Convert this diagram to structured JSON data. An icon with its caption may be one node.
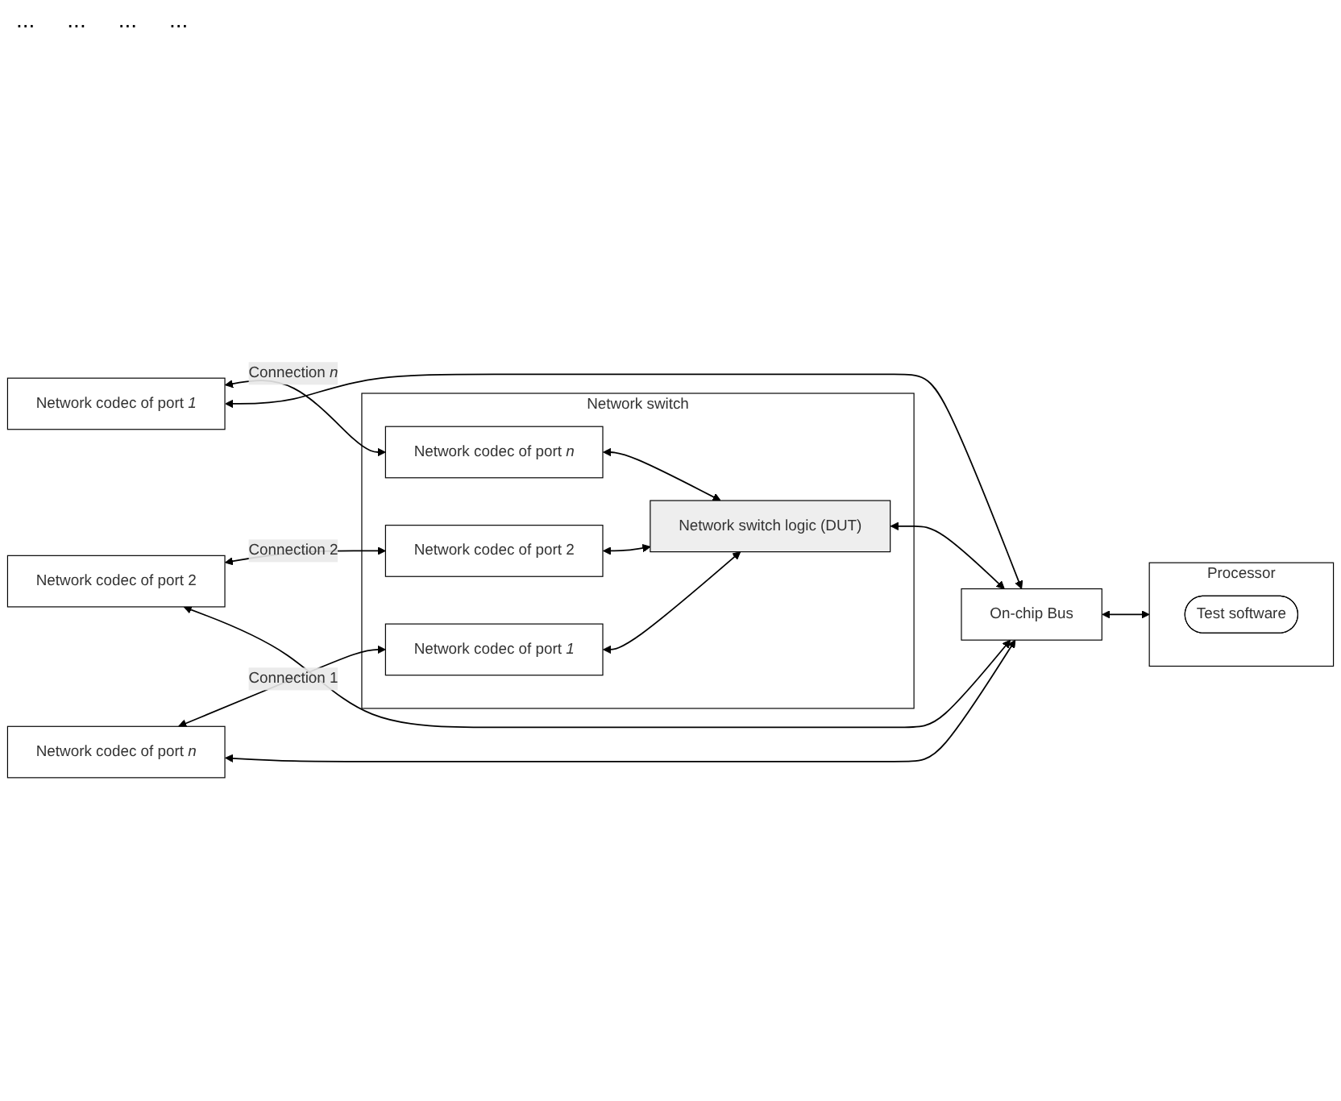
{
  "diagram": {
    "nodes": [
      {
        "text": [
          "Network switch"
        ]
      },
      {
        "text": [
          "Network codec of port *1*"
        ],
        "in": 0
      },
      {
        "text": [
          "Network codec of port 2"
        ],
        "in": 0
      },
      {
        "text": [
          "Network codec of port *n*"
        ],
        "in": 0
      },
      {
        "text": [
          "Network switch logic (DUT)"
        ],
        "in": 0
      },
      {
        "text": [
          "On-chip Bus"
        ]
      },
      {
        "text": [
          "Processor"
        ]
      },
      {
        "text": [
          "Test software"
        ],
        "in": 6
      },
      {
        "text": [
          "Network codec of port *1*"
        ]
      },
      {
        "text": [
          "Network codec of port 2"
        ]
      },
      {
        "text": [
          "Network codec of port *n*"
        ]
      }
    ],
    "edges": [
      {
        "from": 1,
        "to": 10,
        "arrow": "both",
        "label": "Connection 1"
      },
      {
        "from": 2,
        "to": 9,
        "arrow": "both",
        "label": "Connection 2"
      },
      {
        "from": 3,
        "to": 8,
        "arrow": "both",
        "label": "Connection *n*"
      },
      {
        "from": 1,
        "to": 4,
        "arrow": "both"
      },
      {
        "from": 2,
        "to": 4,
        "arrow": "both"
      },
      {
        "from": 3,
        "to": 4,
        "arrow": "both"
      },
      {
        "from": 4,
        "to": 5,
        "arrow": "both"
      },
      {
        "from": 8,
        "to": 5,
        "arrow": "both"
      },
      {
        "from": 9,
        "to": 5,
        "arrow": "both"
      },
      {
        "from": 10,
        "to": 5,
        "arrow": "both"
      },
      {
        "from": 5,
        "to": 6,
        "arrow": "both"
      }
    ],
    "labels": [
      "...",
      "...",
      "...",
      "..."
    ]
  }
}
